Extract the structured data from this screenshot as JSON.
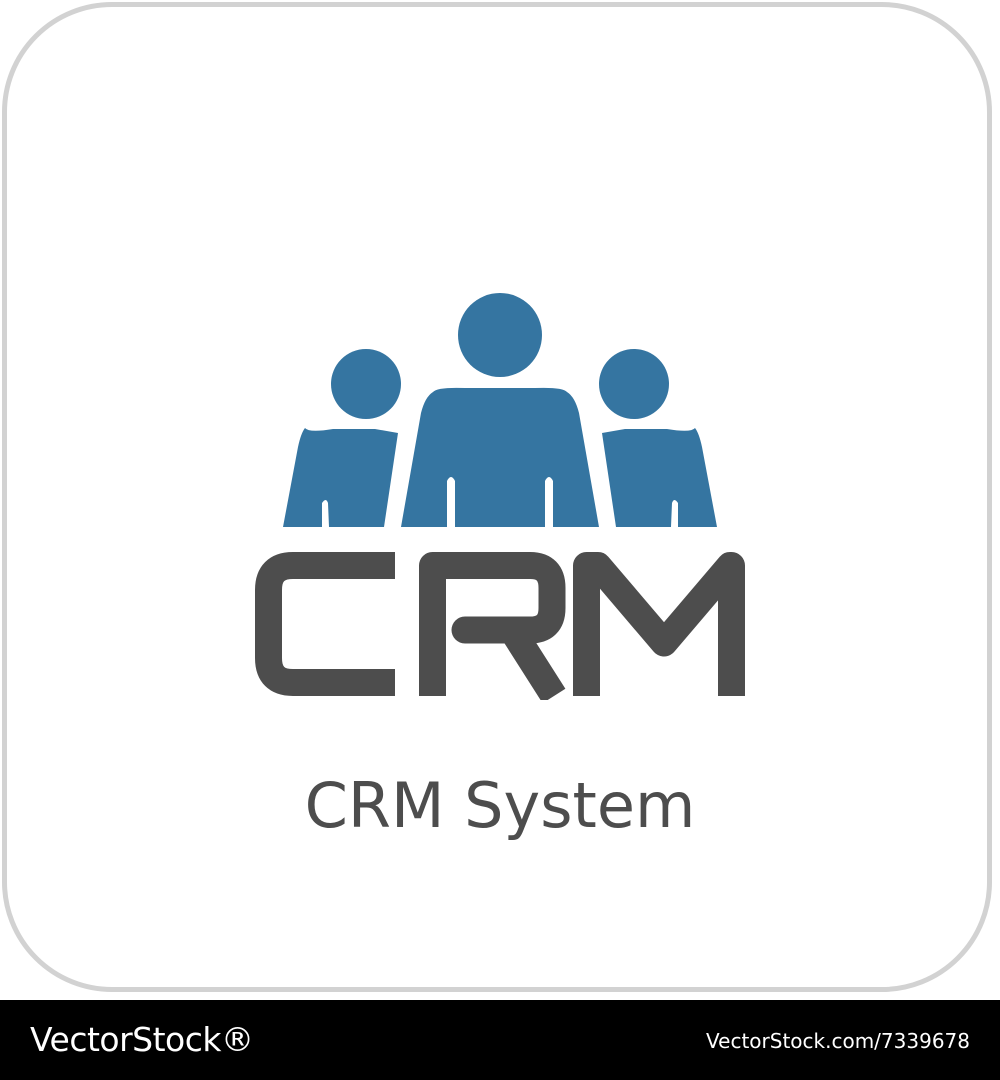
{
  "icon": {
    "name": "people-group-icon",
    "accent_color": "#3575a1",
    "letter_color": "#4d4d4d",
    "letters": "CRM"
  },
  "caption": "CRM System",
  "footer": {
    "logo_text": "VectorStock®",
    "reference": "VectorStock.com/7339678"
  },
  "colors": {
    "card_border": "#d2d2d2",
    "footer_background": "#000000",
    "footer_text": "#ffffff"
  }
}
